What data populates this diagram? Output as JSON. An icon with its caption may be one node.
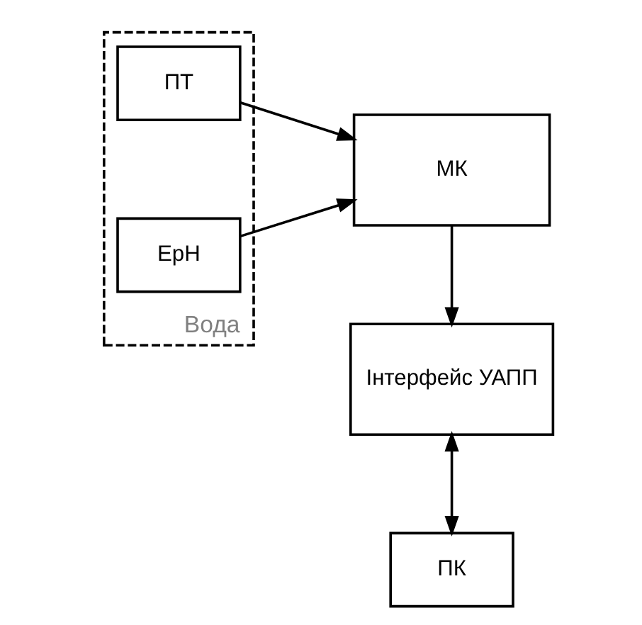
{
  "diagram": {
    "nodes": [
      {
        "text": [
          "Вода"
        ]
      },
      {
        "text": [
          "ПТ"
        ],
        "in": 0
      },
      {
        "text": [
          "EpH"
        ],
        "in": 0
      },
      {
        "text": [
          "МК"
        ]
      },
      {
        "text": [
          "Інтерфейс УАПП"
        ]
      },
      {
        "text": [
          "ПК"
        ]
      }
    ],
    "edges": [
      {
        "from": 1,
        "to": 3,
        "arrow": "to"
      },
      {
        "from": 2,
        "to": 3,
        "arrow": "to"
      },
      {
        "from": 3,
        "to": 4,
        "arrow": "to"
      },
      {
        "from": 4,
        "to": 5,
        "arrow": "both"
      }
    ]
  }
}
